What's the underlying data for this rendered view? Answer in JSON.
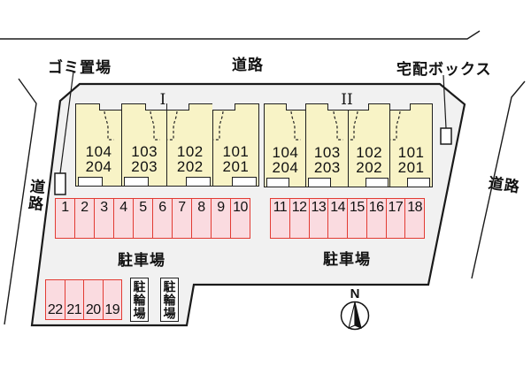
{
  "labels": {
    "road_top": "道路",
    "road_left": "道路",
    "road_right": "道路",
    "garbage_area": "ゴミ置場",
    "delivery_box": "宅配ボックス",
    "parking_lot_left": "駐車場",
    "parking_lot_right": "駐車場",
    "bicycle_parking": "駐輪場",
    "compass_north": "N"
  },
  "buildings": [
    {
      "name": "I",
      "units": [
        {
          "first_floor": "104",
          "second_floor": "204"
        },
        {
          "first_floor": "103",
          "second_floor": "203"
        },
        {
          "first_floor": "102",
          "second_floor": "202"
        },
        {
          "first_floor": "101",
          "second_floor": "201"
        }
      ]
    },
    {
      "name": "II",
      "units": [
        {
          "first_floor": "104",
          "second_floor": "204"
        },
        {
          "first_floor": "103",
          "second_floor": "203"
        },
        {
          "first_floor": "102",
          "second_floor": "202"
        },
        {
          "first_floor": "101",
          "second_floor": "201"
        }
      ]
    }
  ],
  "parking_rows": [
    {
      "name": "row-top-left",
      "number_position": "top",
      "spaces": [
        "1",
        "2",
        "3",
        "4",
        "5",
        "6",
        "7",
        "8",
        "9",
        "10"
      ]
    },
    {
      "name": "row-top-right",
      "number_position": "top",
      "spaces": [
        "11",
        "12",
        "13",
        "14",
        "15",
        "16",
        "17",
        "18"
      ]
    },
    {
      "name": "row-bottom-left",
      "number_position": "bottom",
      "spaces": [
        "22",
        "21",
        "20",
        "19"
      ]
    }
  ],
  "colors": {
    "site_fill": "#f1f1f1",
    "building_fill": "#f8f3c6",
    "parking_fill": "#fadbe0",
    "parking_border": "#e23b33",
    "outline": "#1a1a1a"
  }
}
